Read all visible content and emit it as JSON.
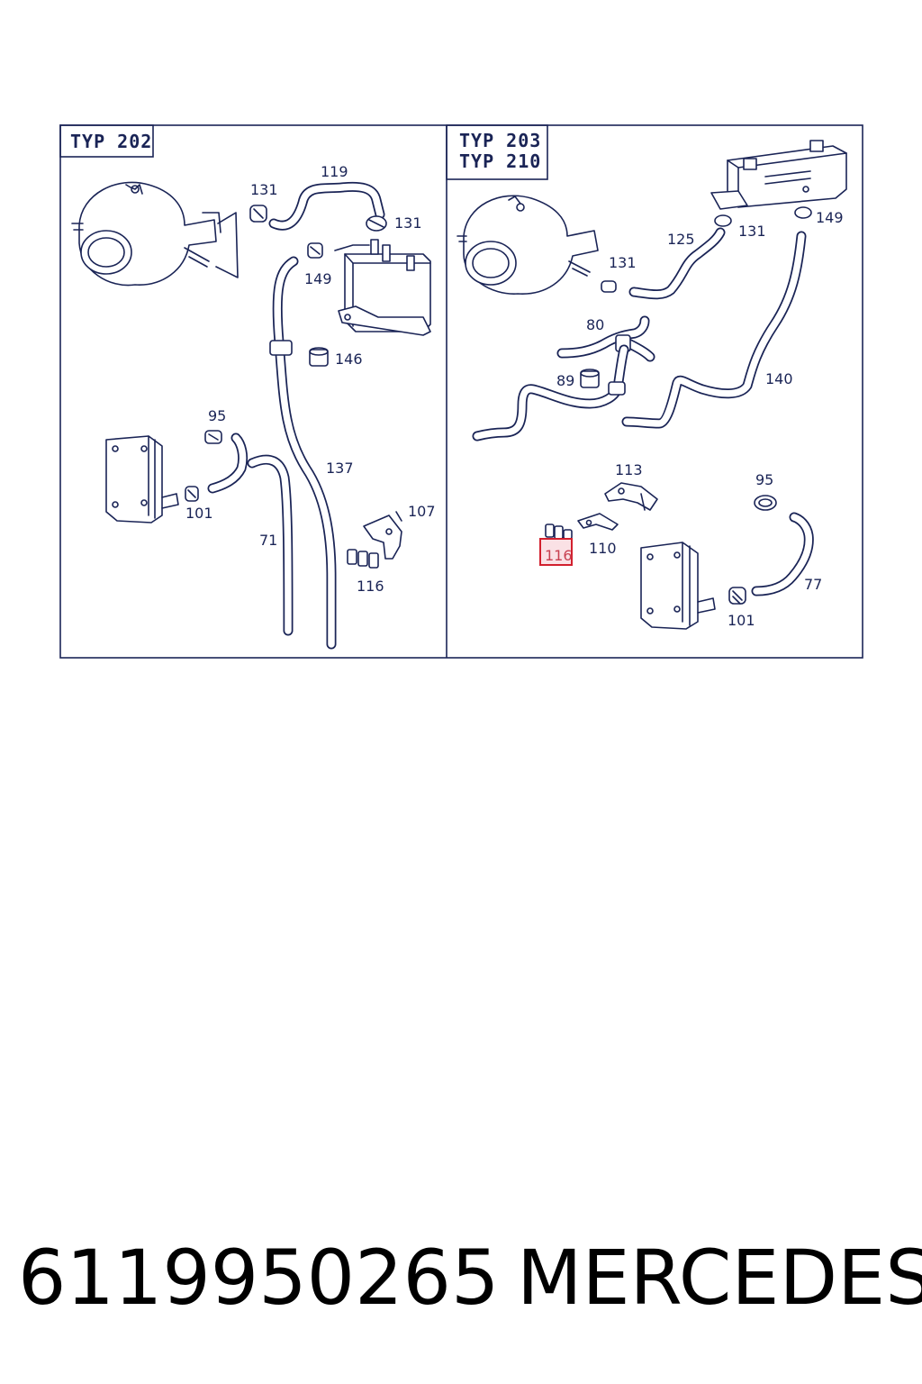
{
  "panels": {
    "left": {
      "type_label": "TYP 202",
      "callouts": {
        "p119": "119",
        "p131a": "131",
        "p131b": "131",
        "p149": "149",
        "p146": "146",
        "p95": "95",
        "p101": "101",
        "p137": "137",
        "p107": "107",
        "p71": "71",
        "p116": "116"
      }
    },
    "right": {
      "type_label_1": "TYP 203",
      "type_label_2": "TYP 210",
      "callouts": {
        "p149": "149",
        "p125": "125",
        "p131a": "131",
        "p131b": "131",
        "p80": "80",
        "p89": "89",
        "p140": "140",
        "p113": "113",
        "p95": "95",
        "p116": "116",
        "p110": "110",
        "p77": "77",
        "p101": "101"
      },
      "highlighted_callout": "116"
    }
  },
  "footer": {
    "part_number": "6119950265",
    "brand": "MERCEDES"
  },
  "colors": {
    "line": "#1a2456",
    "highlight": "#d2202e"
  }
}
